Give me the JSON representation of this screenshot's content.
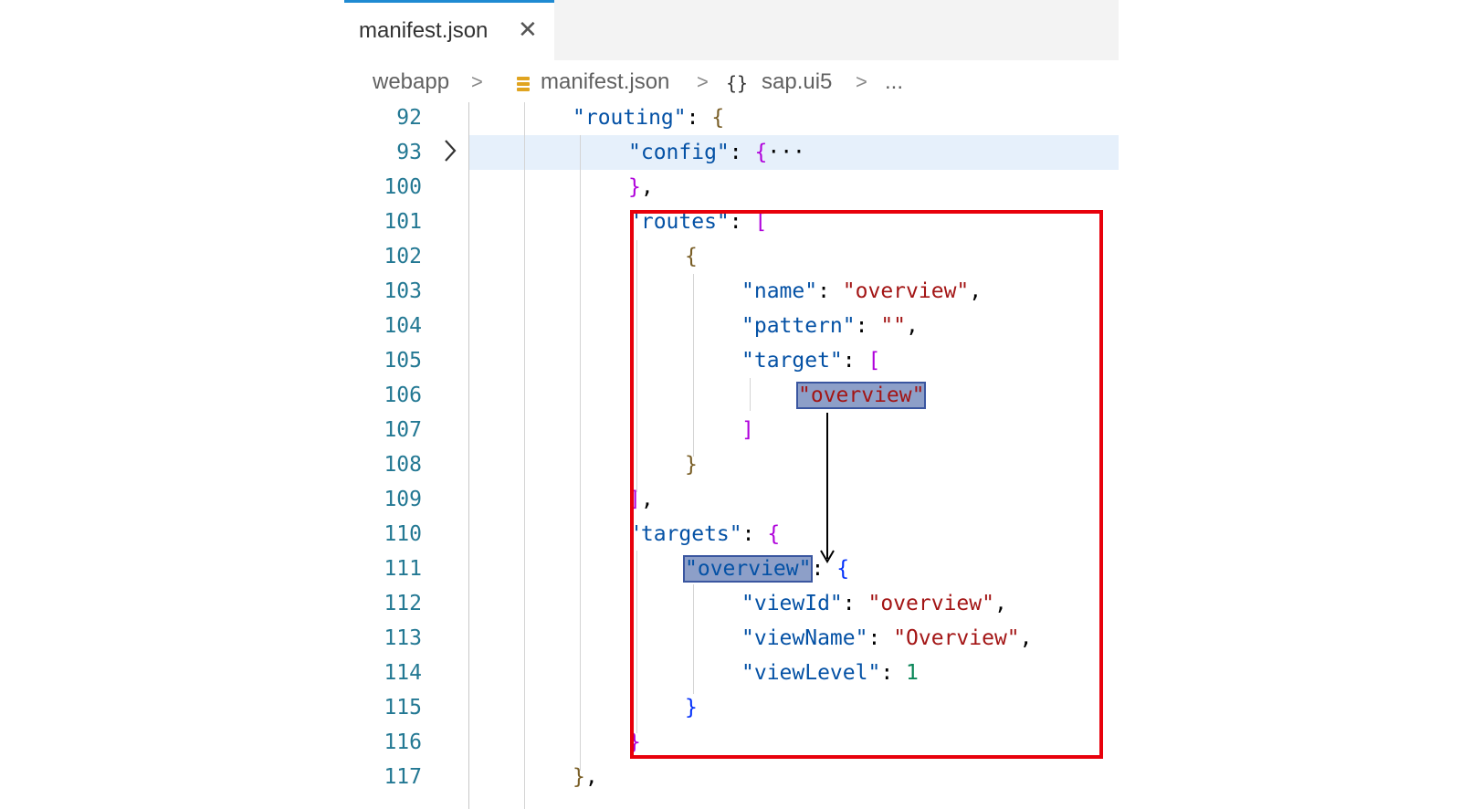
{
  "tab": {
    "title": "manifest.json",
    "close_glyph": "✕"
  },
  "breadcrumb": {
    "items": [
      "webapp",
      "manifest.json",
      "sap.ui5",
      "..."
    ],
    "separator": ">",
    "object_icon": "{}"
  },
  "code": {
    "fold_placeholder": "···",
    "lines": [
      {
        "num": "92"
      },
      {
        "num": "93"
      },
      {
        "num": "100"
      },
      {
        "num": "101"
      },
      {
        "num": "102"
      },
      {
        "num": "103"
      },
      {
        "num": "104"
      },
      {
        "num": "105"
      },
      {
        "num": "106"
      },
      {
        "num": "107"
      },
      {
        "num": "108"
      },
      {
        "num": "109"
      },
      {
        "num": "110"
      },
      {
        "num": "111"
      },
      {
        "num": "112"
      },
      {
        "num": "113"
      },
      {
        "num": "114"
      },
      {
        "num": "115"
      },
      {
        "num": "116"
      },
      {
        "num": "117"
      }
    ],
    "tokens": {
      "routing_key": "\"routing\"",
      "config_key": "\"config\"",
      "routes_key": "\"routes\"",
      "name_key": "\"name\"",
      "name_val": "\"overview\"",
      "pattern_key": "\"pattern\"",
      "pattern_val": "\"\"",
      "target_key": "\"target\"",
      "target_item": "\"overview\"",
      "targets_key": "\"targets\"",
      "overview_key": "\"overview\"",
      "viewid_key": "\"viewId\"",
      "viewid_val": "\"overview\"",
      "viewname_key": "\"viewName\"",
      "viewname_val": "\"Overview\"",
      "viewlevel_key": "\"viewLevel\"",
      "viewlevel_val": "1"
    }
  },
  "colors": {
    "key": "#0451a5",
    "string": "#a31515",
    "number": "#098658",
    "line_number": "#237893",
    "callout": "#e8000b",
    "selection": "#8d9fc8",
    "current_line": "#e6f0fb"
  },
  "icons": {
    "close": "close-icon",
    "json_file": "json-file-icon",
    "object": "braces-icon",
    "fold": "chevron-right-icon"
  }
}
